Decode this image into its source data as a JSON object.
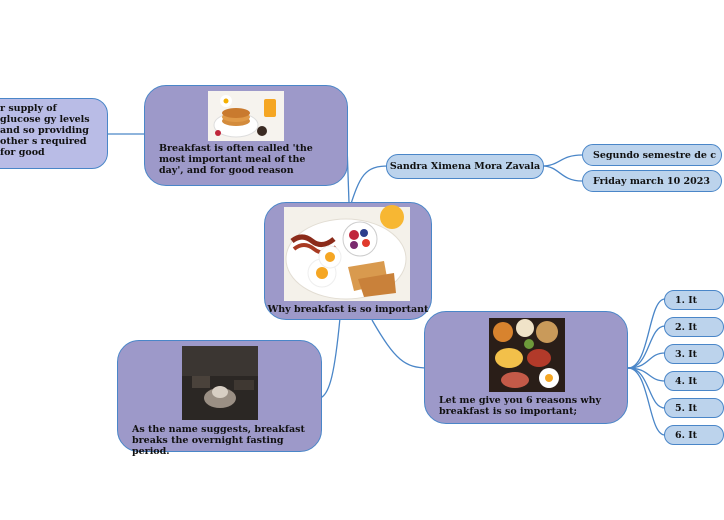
{
  "central": {
    "title": "Why breakfast is so important"
  },
  "left_top": {
    "text": "r supply of glucose gy levels and so providing other s required for good"
  },
  "breakfast_node": {
    "text": "Breakfast is often called 'the most important meal of the day', and for good reason"
  },
  "author_node": {
    "text": "Sandra Ximena Mora Zavala"
  },
  "meta": [
    {
      "text": "Segundo semestre de c"
    },
    {
      "text": "Friday march 10 2023"
    }
  ],
  "reasons_node": {
    "text": "Let me give you 6 reasons why breakfast is so important;"
  },
  "fasting_node": {
    "text": "As the name suggests, breakfast breaks the overnight fasting period."
  },
  "reasons": [
    {
      "text": "1. It"
    },
    {
      "text": "2. It"
    },
    {
      "text": "3. It"
    },
    {
      "text": "4. It"
    },
    {
      "text": "5. It"
    },
    {
      "text": "6. It"
    }
  ],
  "colors": {
    "link": "#4a86c8",
    "purple": "#9d99c9",
    "lavender": "#b9bce6",
    "blue": "#bcd3ec"
  }
}
